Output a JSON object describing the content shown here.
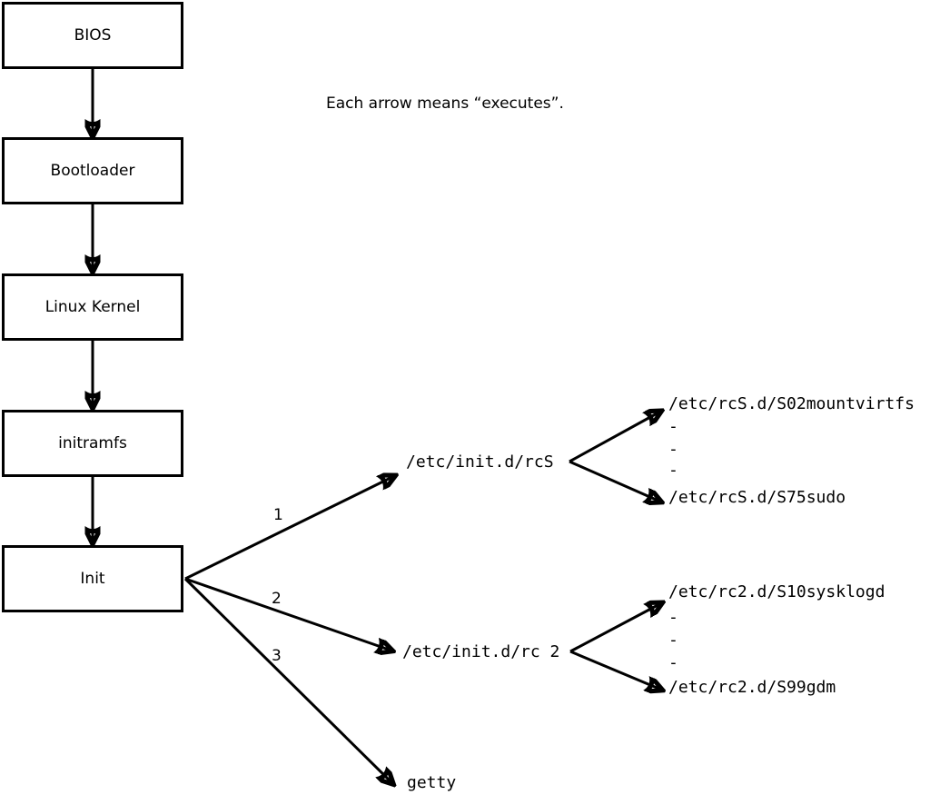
{
  "ink_color": "#000000",
  "background_color": "#ffffff",
  "note": "Each arrow means “executes”.",
  "boot_chain": [
    "BIOS",
    "Bootloader",
    "Linux Kernel",
    "initramfs",
    "Init"
  ],
  "init_arrows": [
    {
      "order": "1",
      "target": "/etc/init.d/rcS"
    },
    {
      "order": "2",
      "target": "/etc/init.d/rc 2"
    },
    {
      "order": "3",
      "target": "getty"
    }
  ],
  "rcS_branch": {
    "first": "/etc/rcS.d/S02mountvirtfs",
    "dots": [
      "-",
      "-",
      "-"
    ],
    "last": "/etc/rcS.d/S75sudo"
  },
  "rc2_branch": {
    "first": "/etc/rc2.d/S10sysklogd",
    "dots": [
      "-",
      "-",
      "-"
    ],
    "last": "/etc/rc2.d/S99gdm"
  }
}
